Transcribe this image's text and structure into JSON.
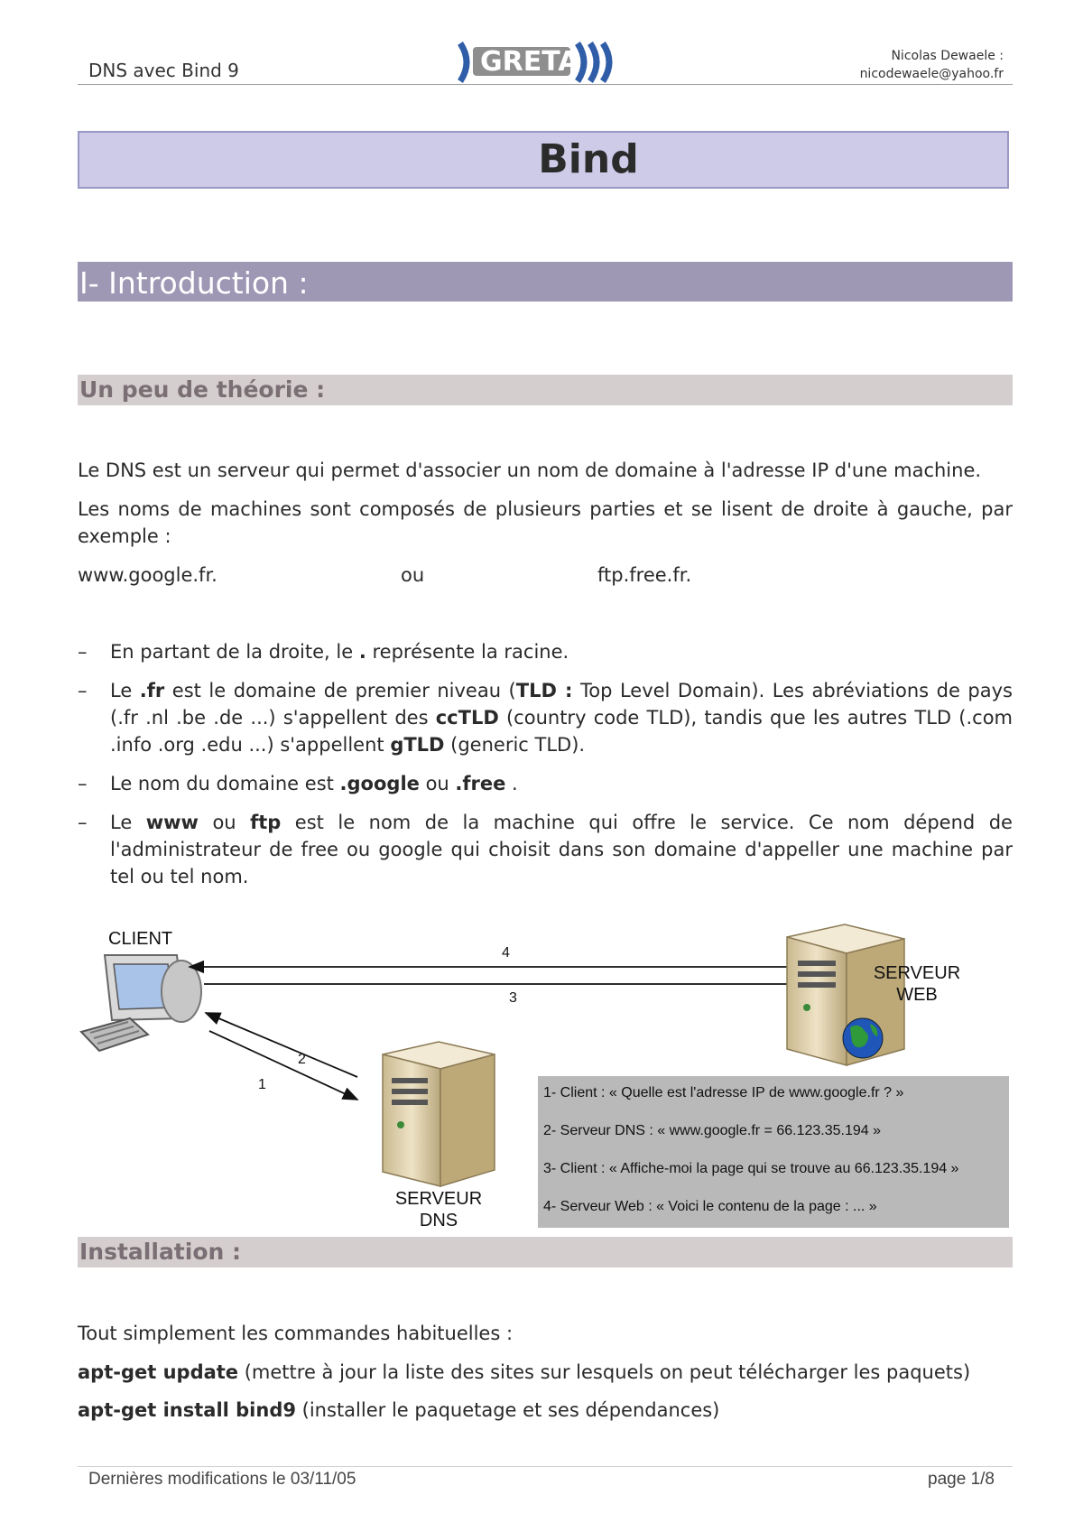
{
  "header": {
    "left": "DNS avec Bind 9",
    "logo_text": "GRETA",
    "author": "Nicolas Dewaele :",
    "email": "nicodewaele@yahoo.fr"
  },
  "title": "Bind",
  "section1": {
    "heading": "I- Introduction :",
    "sub1": {
      "heading": "Un peu de théorie :",
      "p1": "Le DNS est un serveur qui permet d'associer un nom de domaine à l'adresse IP d'une machine.",
      "p2": "Les noms de machines sont composés de plusieurs parties et se lisent de droite à gauche, par exemple :",
      "example_a": "www.google.fr.",
      "example_or": "ou",
      "example_b": "ftp.free.fr.",
      "bullet_marker": "–",
      "bullets": {
        "b1": {
          "t1": "En partant de la droite, le ",
          "b1": ".",
          "t2": " représente la racine."
        },
        "b2": {
          "t1": "Le ",
          "b1": ".fr",
          "t2": " est le domaine de premier niveau (",
          "b2": "TLD :",
          "t3": " Top Level Domain). Les abréviations de pays (.fr .nl .be .de ...) s'appellent des ",
          "b3": "ccTLD",
          "t4": " (country code TLD), tandis que les autres TLD (.com .info .org .edu ...) s'appellent ",
          "b4": "gTLD",
          "t5": " (generic TLD)."
        },
        "b3": {
          "t1": "Le nom du domaine est ",
          "b1": ".google",
          "t2": " ou ",
          "b2": ".free",
          "t3": " ."
        },
        "b4": {
          "t1": "Le ",
          "b1": "www",
          "t2": " ou ",
          "b2": "ftp",
          "t3": " est le nom de la machine qui offre le service. Ce nom dépend de l'administrateur de free ou google qui choisit dans son domaine d'appeller une machine par tel ou tel nom."
        }
      }
    },
    "diagram": {
      "client_label": "CLIENT",
      "web_label_1": "SERVEUR",
      "web_label_2": "WEB",
      "dns_label_1": "SERVEUR",
      "dns_label_2": "DNS",
      "arrow_labels": [
        "1",
        "2",
        "3",
        "4"
      ],
      "legend": [
        "1- Client : « Quelle est l'adresse IP de www.google.fr ? »",
        "2- Serveur DNS : « www.google.fr = 66.123.35.194 »",
        "3- Client : « Affiche-moi la page qui se trouve au 66.123.35.194 »",
        "4- Serveur Web : « Voici le contenu de la page : ... »"
      ]
    },
    "sub2": {
      "heading": "Installation :",
      "p1": "Tout simplement les commandes habituelles :",
      "cmd1": "apt-get update",
      "cmd1_desc": " (mettre à jour la liste des sites sur lesquels on peut télécharger les paquets)",
      "cmd2": "apt-get install bind9",
      "cmd2_desc": " (installer le paquetage et ses dépendances)"
    }
  },
  "footer": {
    "left": "Dernières modifications le 03/11/05",
    "right": "page 1/8"
  }
}
